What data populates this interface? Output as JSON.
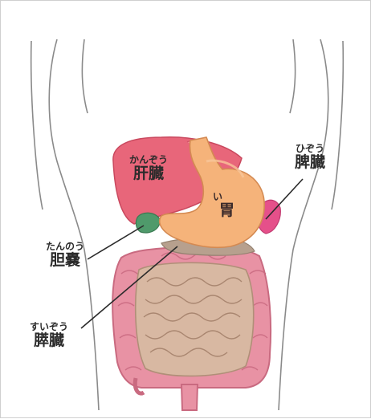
{
  "organs": {
    "liver": {
      "reading": "かんぞう",
      "name": "肝臓",
      "color": "#e8667a"
    },
    "stomach": {
      "reading": "い",
      "name": "胃",
      "color": "#f5b37a"
    },
    "spleen": {
      "reading": "ひぞう",
      "name": "脾臓",
      "color": "#e5508a"
    },
    "gallbladder": {
      "reading": "たんのう",
      "name": "胆嚢",
      "color": "#4f9a6b"
    },
    "pancreas": {
      "reading": "すいぞう",
      "name": "膵臓",
      "color": "#b7a08e"
    }
  },
  "colors": {
    "intestine_large": "#e892a4",
    "intestine_small": "#d8b8a2",
    "body_outline": "#8a8a8a",
    "leader_line": "#2b2b2b"
  }
}
